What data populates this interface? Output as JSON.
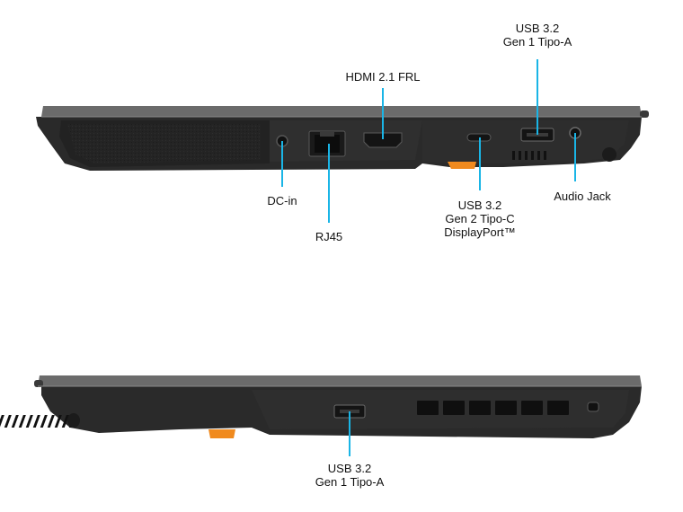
{
  "colors": {
    "accent": "#1ab5e6",
    "chassis_dark": "#2b2b2b",
    "chassis_top": "#6b6b6b",
    "port_orange": "#f08a1e",
    "text": "#111111"
  },
  "left_side": {
    "labels": {
      "hdmi": "HDMI 2.1 FRL",
      "usb_a_top": [
        "USB 3.2",
        "Gen 1 Tipo-A"
      ],
      "dc_in": "DC-in",
      "rj45": "RJ45",
      "usb_c": [
        "USB 3.2",
        "Gen 2 Tipo-C",
        "DisplayPort™"
      ],
      "audio": "Audio Jack"
    }
  },
  "right_side": {
    "labels": {
      "usb_a_bottom": [
        "USB 3.2",
        "Gen 1 Tipo-A"
      ]
    }
  }
}
